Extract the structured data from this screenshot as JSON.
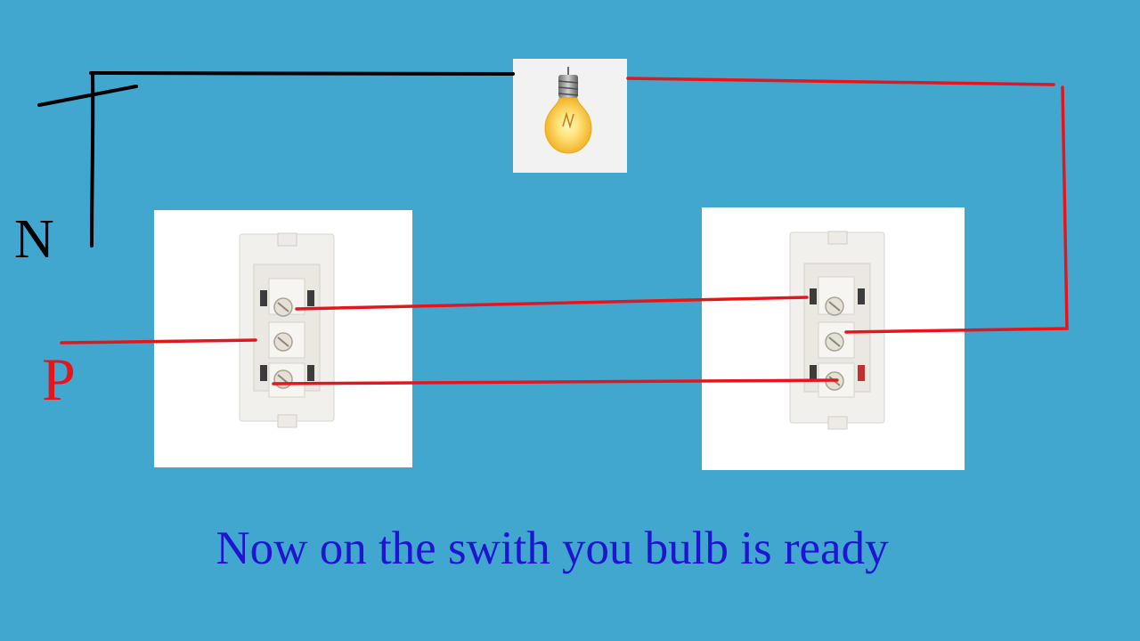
{
  "labels": {
    "neutral": "N",
    "phase": "P"
  },
  "caption": "Now on the swith you bulb is ready",
  "colors": {
    "background": "#41a7cf",
    "neutral_wire": "#000000",
    "phase_wire": "#e8141c",
    "caption": "#1f14d2"
  },
  "icons": {
    "bulb": "light-bulb-icon",
    "switch": "two-way-switch-icon"
  }
}
